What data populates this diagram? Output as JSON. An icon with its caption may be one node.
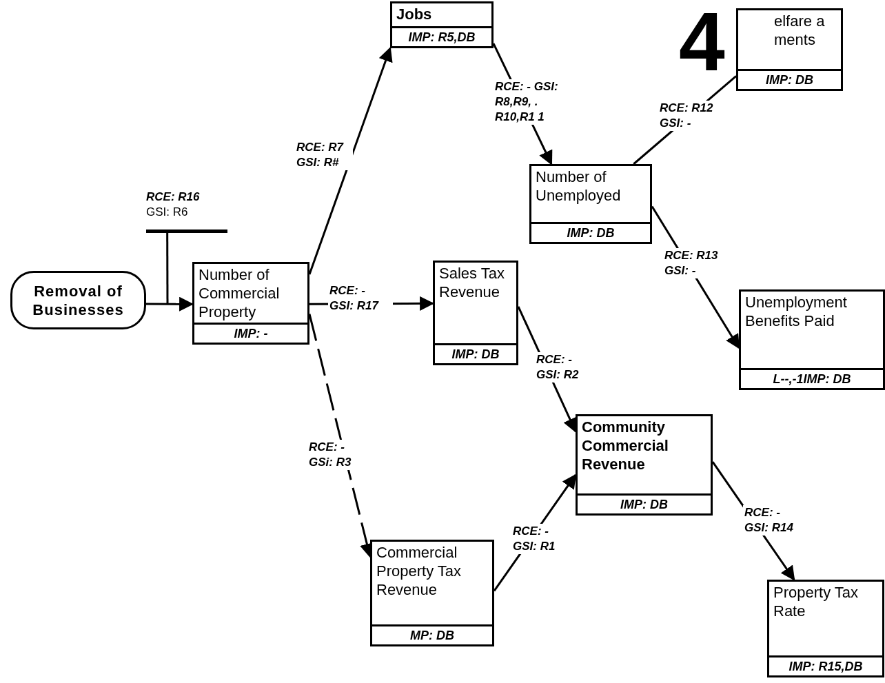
{
  "diagram": {
    "nodes": [
      {
        "text": [
          "Removal of Businesses"
        ]
      },
      {
        "text": [
          "Number of Commercial Property",
          "IMP: -"
        ]
      },
      {
        "text": [
          "Jobs",
          "IMP: R5,DB"
        ]
      },
      {
        "text": [
          "elfare a ments",
          "IMP: DB"
        ]
      },
      {
        "text": [
          "Number of Unemployed",
          "IMP: DB"
        ]
      },
      {
        "text": [
          "Sales Tax Revenue",
          "IMP: DB"
        ]
      },
      {
        "text": [
          "Unemployment Benefits Paid",
          "L--,-1IMP: DB"
        ]
      },
      {
        "text": [
          "Community Commercial Revenue",
          "IMP: DB"
        ]
      },
      {
        "text": [
          "Commercial Property Tax Revenue",
          "MP: DB"
        ]
      },
      {
        "text": [
          "Property Tax Rate",
          "IMP: R15,DB"
        ]
      },
      {
        "text": [
          "RCE: R16",
          "GSI: R6"
        ]
      }
    ],
    "edges": [
      {
        "from": 0,
        "to": 1,
        "arrow": "to"
      },
      {
        "from": 1,
        "to": 2,
        "arrow": "to",
        "label": "RCE: R7 GSI: R#"
      },
      {
        "from": 2,
        "to": 4,
        "arrow": "to",
        "label": "RCE: - GSI: R8,R9, . R10,R1 1"
      },
      {
        "from": 4,
        "to": 3,
        "arrow": "none",
        "label": "RCE: R12 GSI: -"
      },
      {
        "from": 4,
        "to": 6,
        "arrow": "to",
        "label": "RCE: R13 GSI: -"
      },
      {
        "from": 1,
        "to": 5,
        "arrow": "to",
        "label": "RCE: - GSI: R17"
      },
      {
        "from": 5,
        "to": 7,
        "arrow": "to",
        "label": "RCE: - GSI: R2"
      },
      {
        "from": 1,
        "to": 8,
        "arrow": "to",
        "label": "RCE: - GSi: R3",
        "style": "dashed"
      },
      {
        "from": 8,
        "to": 7,
        "arrow": "to",
        "label": "RCE: - GSI: R1"
      },
      {
        "from": 7,
        "to": 9,
        "arrow": "to",
        "label": "RCE: - GSI: R14"
      },
      {
        "from": 10,
        "to": null,
        "arrow": "none"
      }
    ],
    "labels": [
      "4"
    ]
  }
}
